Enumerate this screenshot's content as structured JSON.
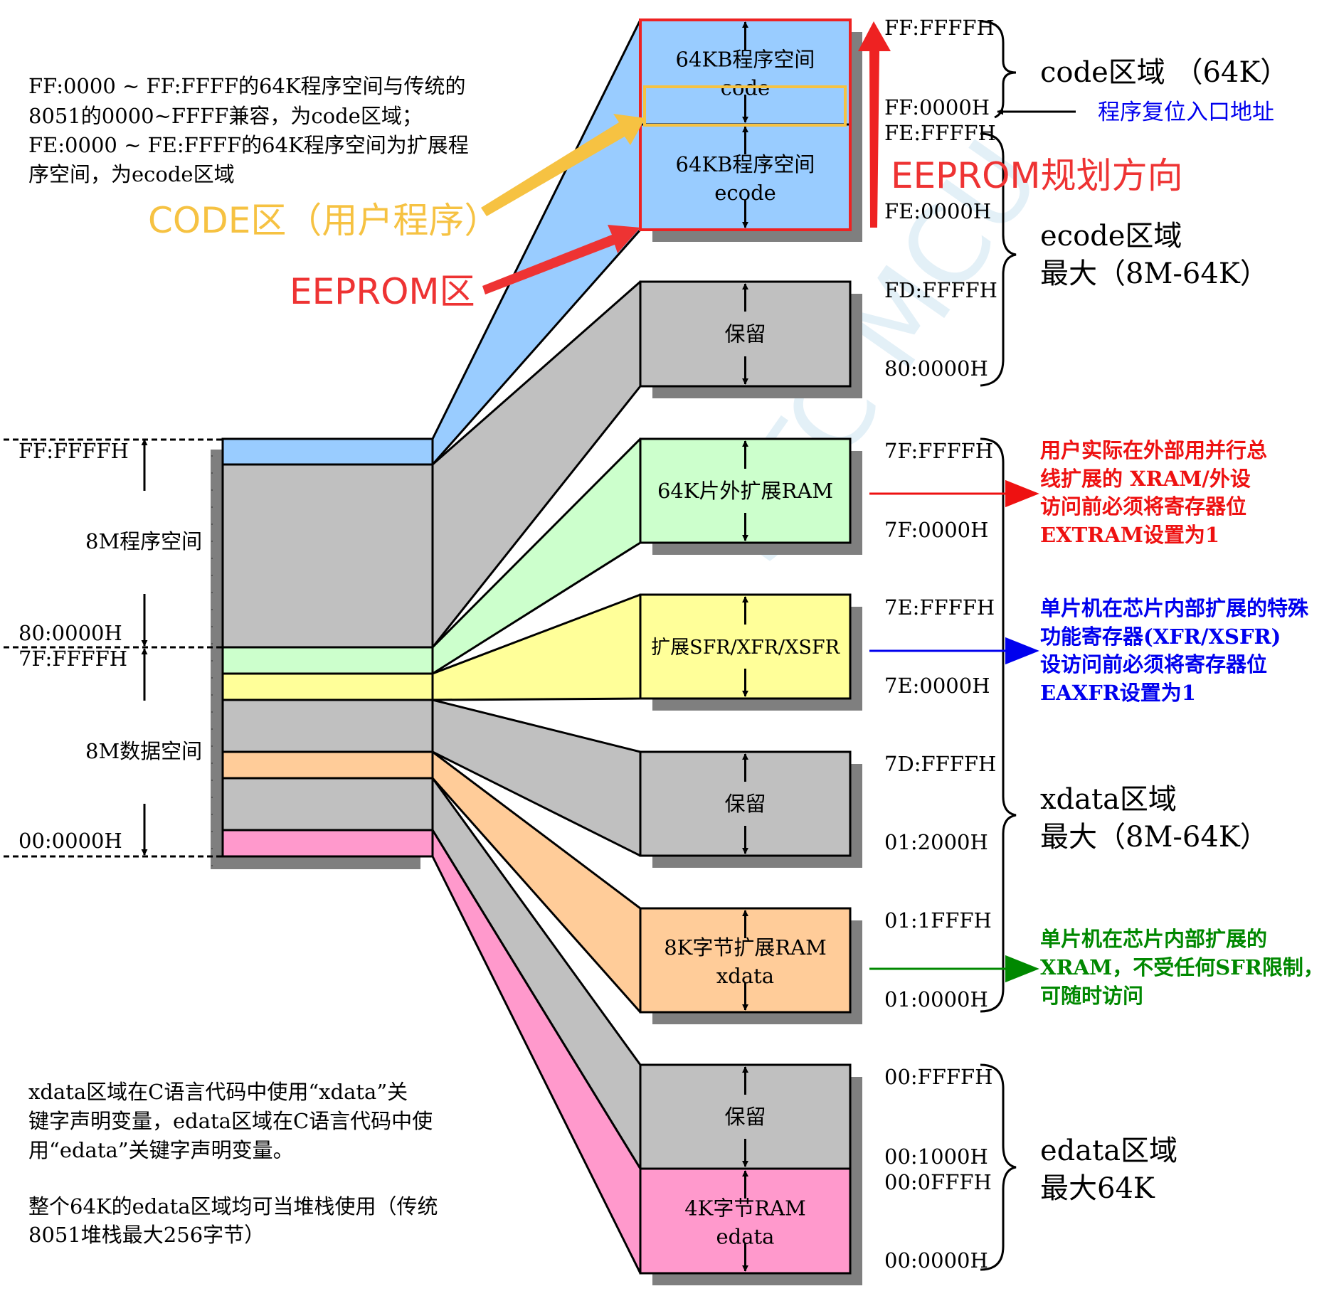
{
  "colors": {
    "code": "#99ccff",
    "gray": "#c0c0c0",
    "green": "#ccffcc",
    "yellow": "#ffff99",
    "orange": "#ffcc99",
    "pink": "#ff99cc",
    "shadow": "#7f7f7f",
    "red": "#ee3333",
    "yellow_label": "#f6c242",
    "blue": "#0000ee",
    "green_text": "#008800"
  },
  "left_notes": {
    "top": [
      "FF:0000 ~ FF:FFFF的64K程序空间与传统的",
      "8051的0000~FFFF兼容，为code区域；",
      "FE:0000 ~ FE:FFFF的64K程序空间为扩展程",
      "序空间，为ecode区域"
    ],
    "bottom": [
      "xdata区域在C语言代码中使用“xdata”关",
      "键字声明变量，edata区域在C语言代码中使",
      "用“edata”关键字声明变量。",
      "整个64K的edata区域均可当堆栈使用（传统",
      "8051堆栈最大256字节）"
    ]
  },
  "callouts": {
    "code_user": "CODE区（用户程序）",
    "eeprom_zone": "EEPROM区",
    "eeprom_direction": "EEPROM规划方向",
    "reset_entry": "程序复位入口地址"
  },
  "overview": {
    "addr_top": "FF:FFFFH",
    "program_space": "8M程序空间",
    "addr_80": "80:0000H",
    "addr_7f": "7F:FFFFH",
    "data_space": "8M数据空间",
    "addr_00": "00:0000H"
  },
  "blocks": [
    {
      "id": "code",
      "lines": [
        "64KB程序空间",
        "code"
      ]
    },
    {
      "id": "ecode",
      "lines": [
        "64KB程序空间",
        "ecode"
      ]
    },
    {
      "id": "reserved1",
      "lines": [
        "保留"
      ]
    },
    {
      "id": "xram",
      "lines": [
        "64K片外扩展RAM"
      ]
    },
    {
      "id": "xsfr",
      "lines": [
        "扩展SFR/XFR/XSFR"
      ]
    },
    {
      "id": "reserved2",
      "lines": [
        "保留"
      ]
    },
    {
      "id": "xdata8k",
      "lines": [
        "8K字节扩展RAM",
        "xdata"
      ]
    },
    {
      "id": "reserved3",
      "lines": [
        "保留"
      ]
    },
    {
      "id": "edata4k",
      "lines": [
        "4K字节RAM",
        "edata"
      ]
    }
  ],
  "addresses": [
    "FF:FFFFH",
    "FF:0000H",
    "FE:FFFFH",
    "FE:0000H",
    "FD:FFFFH",
    "80:0000H",
    "7F:FFFFH",
    "7F:0000H",
    "7E:FFFFH",
    "7E:0000H",
    "7D:FFFFH",
    "01:2000H",
    "01:1FFFH",
    "01:0000H",
    "00:FFFFH",
    "00:1000H",
    "00:0FFFH",
    "00:0000H"
  ],
  "regions": {
    "code": "code区域 （64K）",
    "ecode": [
      "ecode区域",
      "最大（8M-64K）"
    ],
    "xdata": [
      "xdata区域",
      "最大（8M-64K）"
    ],
    "edata": [
      "edata区域",
      "最大64K"
    ]
  },
  "notes": {
    "xram": [
      "用户实际在外部用并行总",
      "线扩展的 XRAM/外设",
      "访问前必须将寄存器位",
      "EXTRAM设置为1"
    ],
    "xsfr": [
      "单片机在芯片内部扩展的特殊",
      "功能寄存器(XFR/XSFR)",
      "设访问前必须将寄存器位",
      "EAXFR设置为1"
    ],
    "xdata": [
      "单片机在芯片内部扩展的",
      "XRAM，不受任何SFR限制，",
      "可随时访问"
    ]
  }
}
